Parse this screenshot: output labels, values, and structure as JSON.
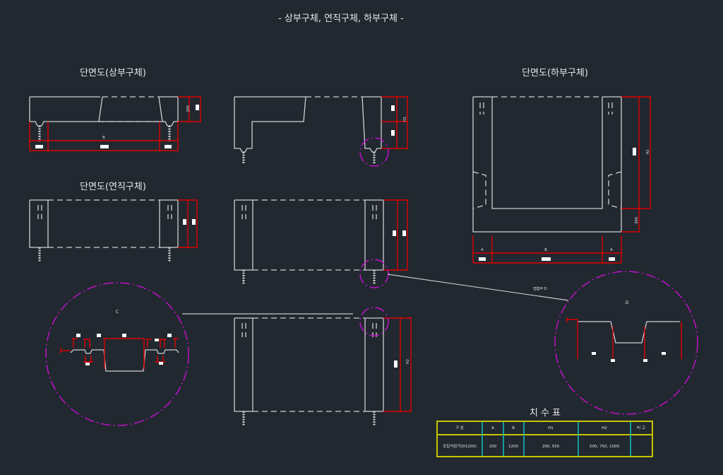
{
  "title": "- 상부구체, 연직구체, 하부구체 -",
  "sections": {
    "upper": "단면도(상부구체)",
    "vertical": "단면도(연직구체)",
    "lower": "단면도(하부구체)"
  },
  "dimensions": {
    "a": "A",
    "b": "B",
    "h1": "H1",
    "h2": "H2",
    "t200": "200",
    "t300": "300"
  },
  "details": {
    "c": "C",
    "d": "D",
    "leader": "접합부 D"
  },
  "table": {
    "title": "치 수 표",
    "headers": [
      "구  분",
      "A",
      "B",
      "H1",
      "H2",
      "비  고"
    ],
    "rows": [
      [
        "조립식암거(D1200)",
        "200",
        "1200",
        "200, 550",
        "500, 750, 1000",
        ""
      ]
    ]
  },
  "colors": {
    "background": "#212830",
    "dimension": "#e00000",
    "detail_circle": "#c010c8",
    "table_border": "#c8c400",
    "table_divider": "#10c0c0"
  }
}
